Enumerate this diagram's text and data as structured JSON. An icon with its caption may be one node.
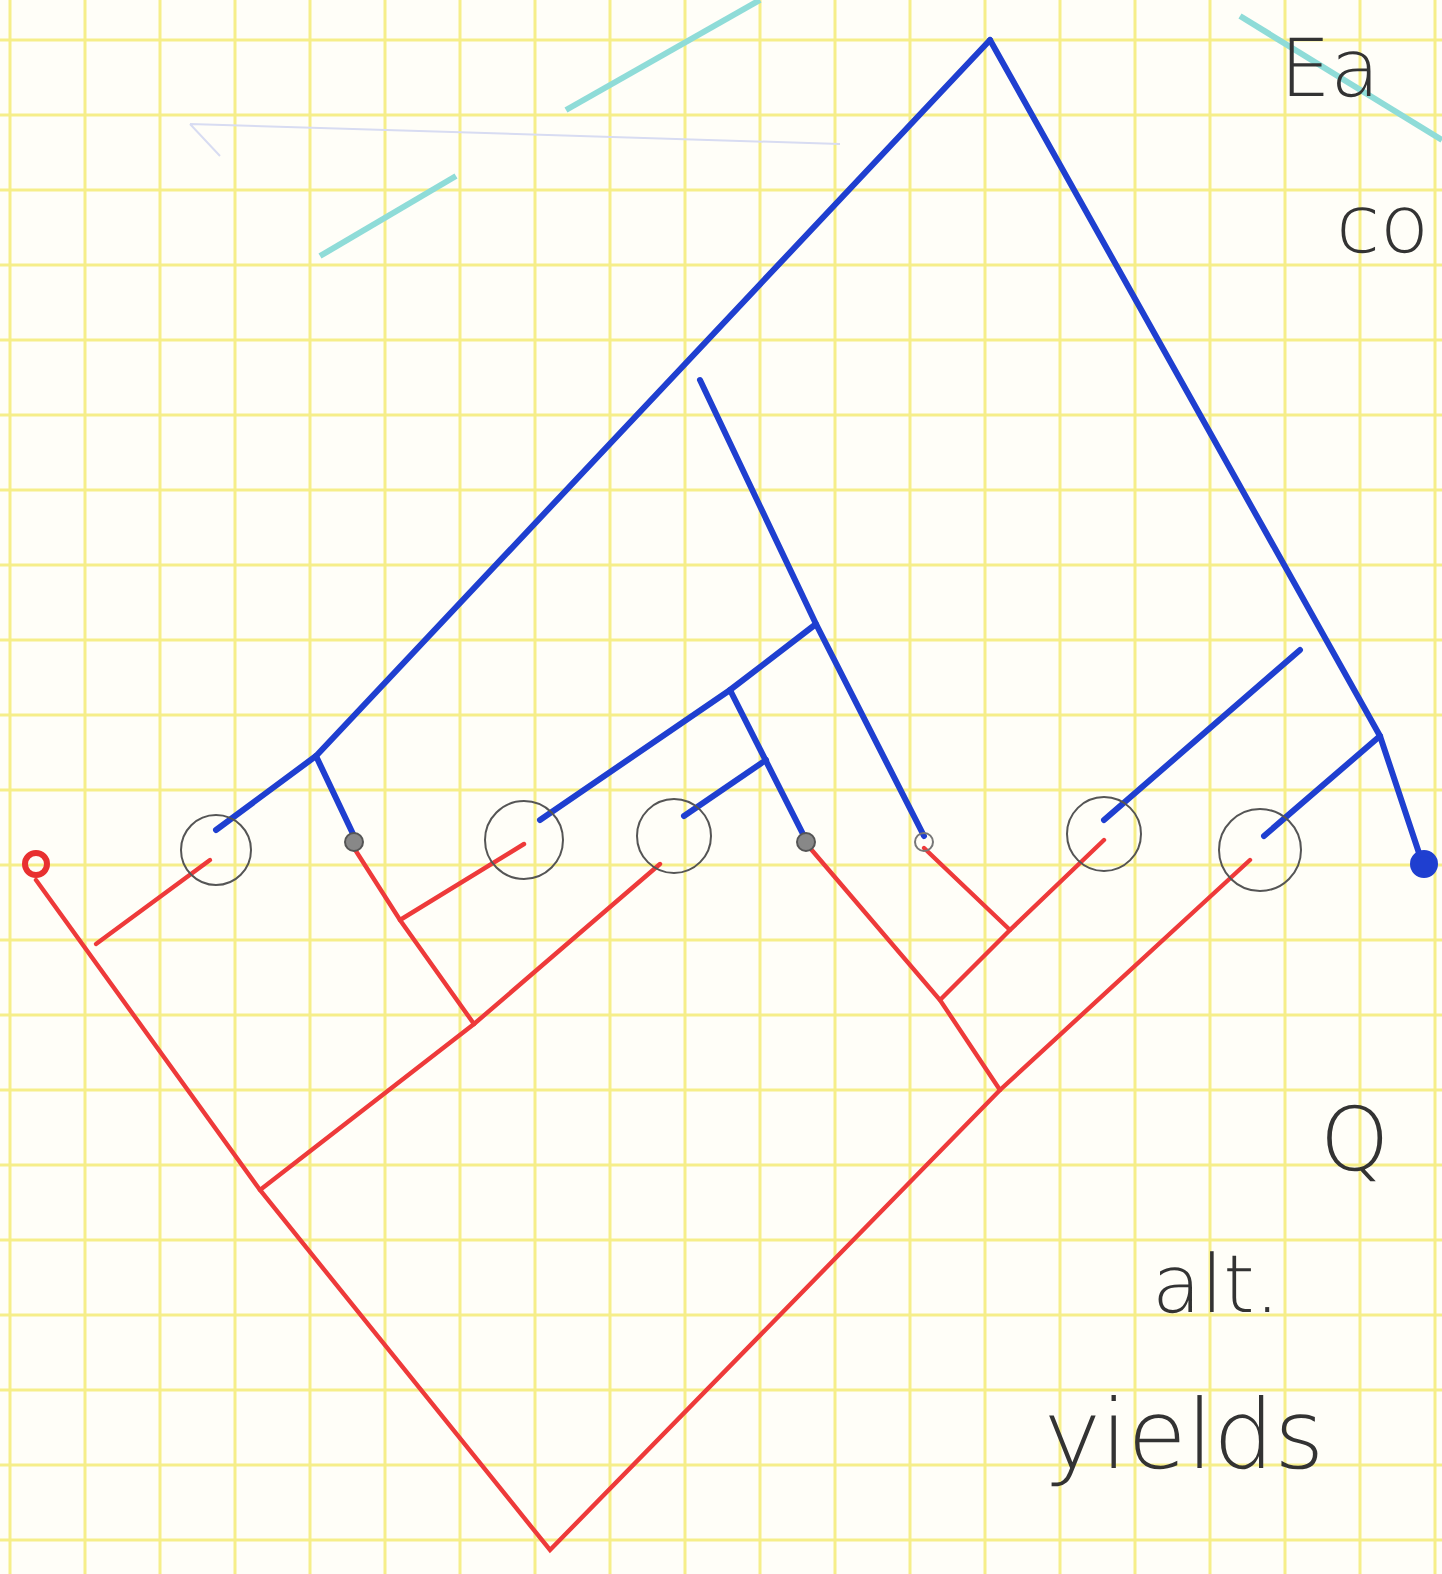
{
  "diagram": {
    "nodes": [
      {
        "text": [],
        "shape": "circle"
      },
      {
        "text": [],
        "shape": "circle"
      },
      {
        "text": [],
        "shape": "circle"
      },
      {
        "text": [],
        "shape": "circle"
      },
      {
        "text": [],
        "shape": "circle"
      },
      {
        "text": [],
        "shape": "circle"
      },
      {
        "text": [],
        "shape": "circle"
      },
      {
        "text": [],
        "shape": "circle"
      },
      {
        "text": [],
        "shape": "circle"
      },
      {
        "text": [],
        "shape": "circle"
      }
    ],
    "labels": [
      "Ea",
      "co",
      "Q",
      "alt.",
      "yields"
    ]
  }
}
